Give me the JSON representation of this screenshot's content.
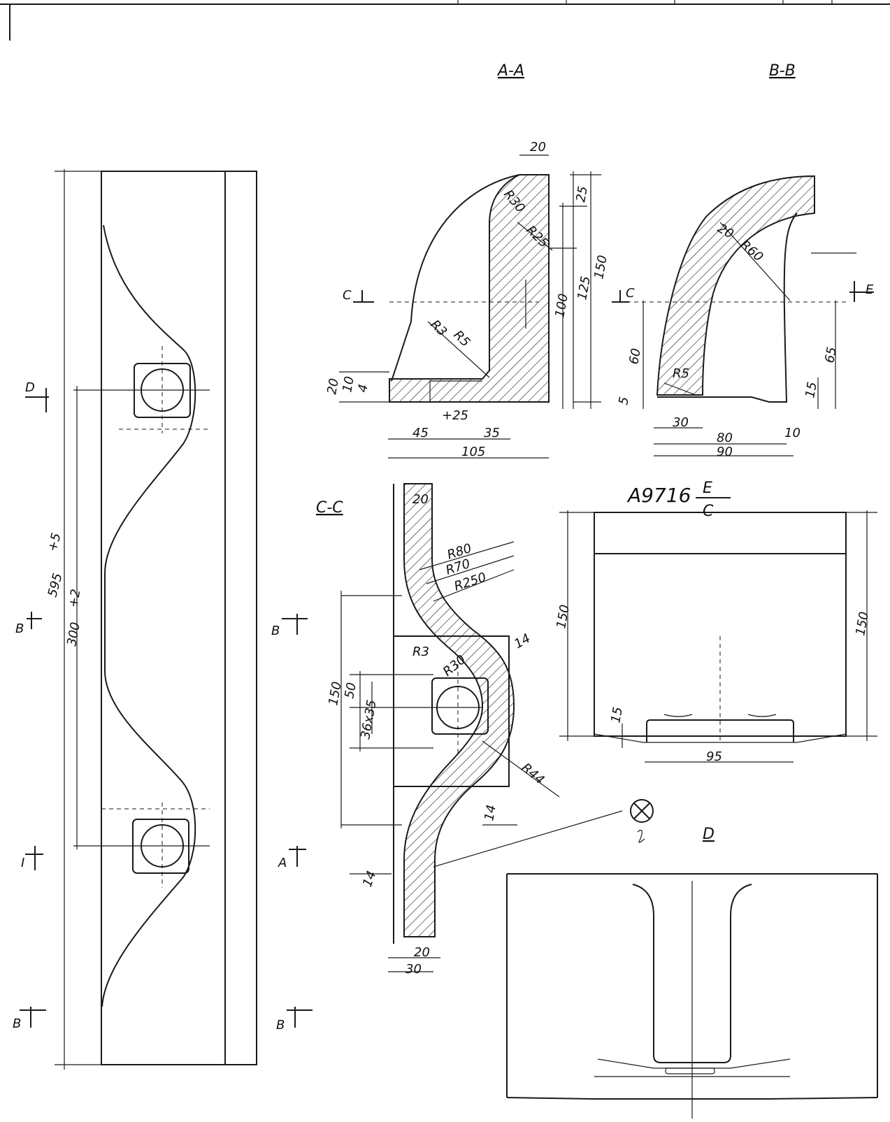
{
  "views": {
    "aa_title": "A-A",
    "bb_title": "B-B",
    "cc_title": "C-C",
    "d_title": "D",
    "part_code": "A9716",
    "part_fraction_top": "E",
    "part_fraction_bottom": "C"
  },
  "section_markers": {
    "d": "D",
    "b_upper_left": "B",
    "b_upper_mid": "B",
    "a_left": "I",
    "a_mid": "A",
    "b_lower_left": "B",
    "b_lower_mid": "B",
    "c_left": "C",
    "c_right": "C",
    "e": "E"
  },
  "plan_view": {
    "dim_overall": "595",
    "dim_overall_tol": "+5",
    "dim_pitch": "300",
    "dim_pitch_tol": "+2"
  },
  "aa": {
    "top_width": "20",
    "r30": "R30",
    "r25": "R25",
    "d25": "25",
    "d150": "150",
    "d100": "100",
    "d125": "125",
    "r3": "R3",
    "r5": "R5",
    "d20": "20",
    "d10": "10",
    "d4": "4",
    "d45": "45",
    "d25b": "+25",
    "d35": "35",
    "d105": "105"
  },
  "bb": {
    "d20": "20",
    "r60": "R60",
    "d60": "60",
    "d65": "65",
    "r5": "R5",
    "d5": "5",
    "d15": "15",
    "d30": "30",
    "d80": "80",
    "d10": "10",
    "d90": "90"
  },
  "cc": {
    "d20_top": "20",
    "r80": "R80",
    "r70": "R70",
    "r250": "R250",
    "d14": "14",
    "r3": "R3",
    "r30": "R30",
    "d150": "150",
    "d50": "50",
    "d36x35": "36x35",
    "r44": "R44",
    "d14b": "14",
    "d14c": "14",
    "d20_bot": "20",
    "d30": "30"
  },
  "ec": {
    "d150_left": "150",
    "d150_right": "150",
    "d15": "15",
    "d95": "95"
  }
}
